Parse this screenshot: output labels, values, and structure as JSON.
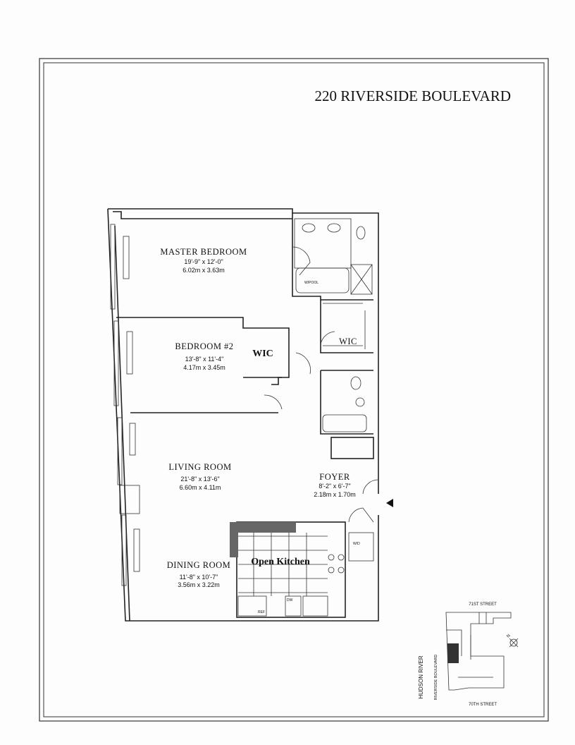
{
  "title": "220 RIVERSIDE BOULEVARD",
  "rooms": {
    "master_bedroom": {
      "name": "MASTER BEDROOM",
      "dim_imperial": "19'-9\" x 12'-0\"",
      "dim_metric": "6.02m x 3.63m"
    },
    "bedroom2": {
      "name": "BEDROOM #2",
      "dim_imperial": "13'-8\" x 11'-4\"",
      "dim_metric": "4.17m x 3.45m"
    },
    "living_room": {
      "name": "LIVING ROOM",
      "dim_imperial": "21'-8\" x 13'-6\"",
      "dim_metric": "6.60m x 4.11m"
    },
    "foyer": {
      "name": "FOYER",
      "dim_imperial": "8'-2\" x 6'-7\"",
      "dim_metric": "2.18m x 1.70m"
    },
    "dining_room": {
      "name": "DINING ROOM",
      "dim_imperial": "11'-8\" x 10'-7\"",
      "dim_metric": "3.56m x 3.22m"
    },
    "wic_bedroom2": "WIC",
    "wic_master": "WIC",
    "kitchen": "Open Kitchen"
  },
  "fixtures": {
    "whirlpool": "W/POOL",
    "washer_dryer": "W/D",
    "dishwasher": "DW",
    "refrigerator": "REF"
  },
  "keyplan": {
    "north_street": "71ST STREET",
    "south_street": "70TH STREET",
    "river": "HUDSON RIVER",
    "boulevard": "RIVERSIDE BOULEVARD",
    "north_label": "N"
  }
}
